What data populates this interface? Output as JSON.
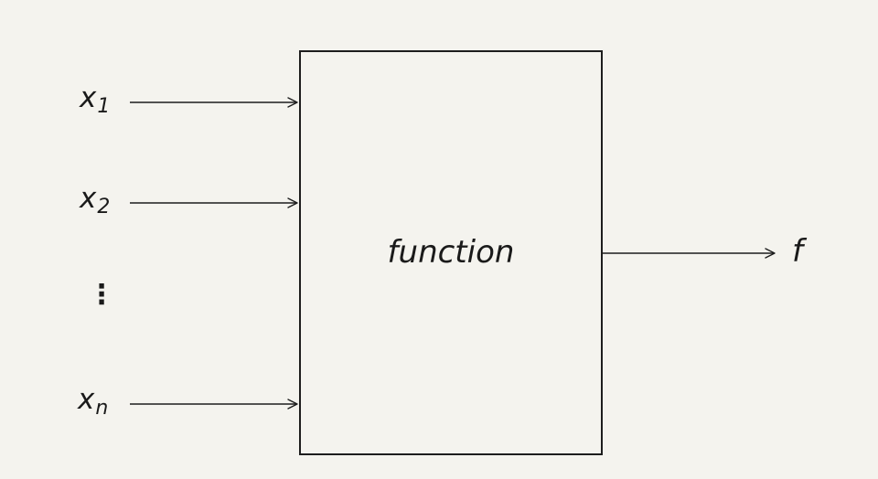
{
  "diagram": {
    "box_label": "function",
    "output_label": "f",
    "inputs": [
      {
        "base": "x",
        "sub": "1"
      },
      {
        "base": "x",
        "sub": "2"
      },
      {
        "base": "x",
        "sub": "n"
      }
    ],
    "ellipsis": "⋮"
  },
  "colors": {
    "background": "#f4f3ee",
    "line": "#1d1d1d",
    "text": "#1a1a1a"
  }
}
